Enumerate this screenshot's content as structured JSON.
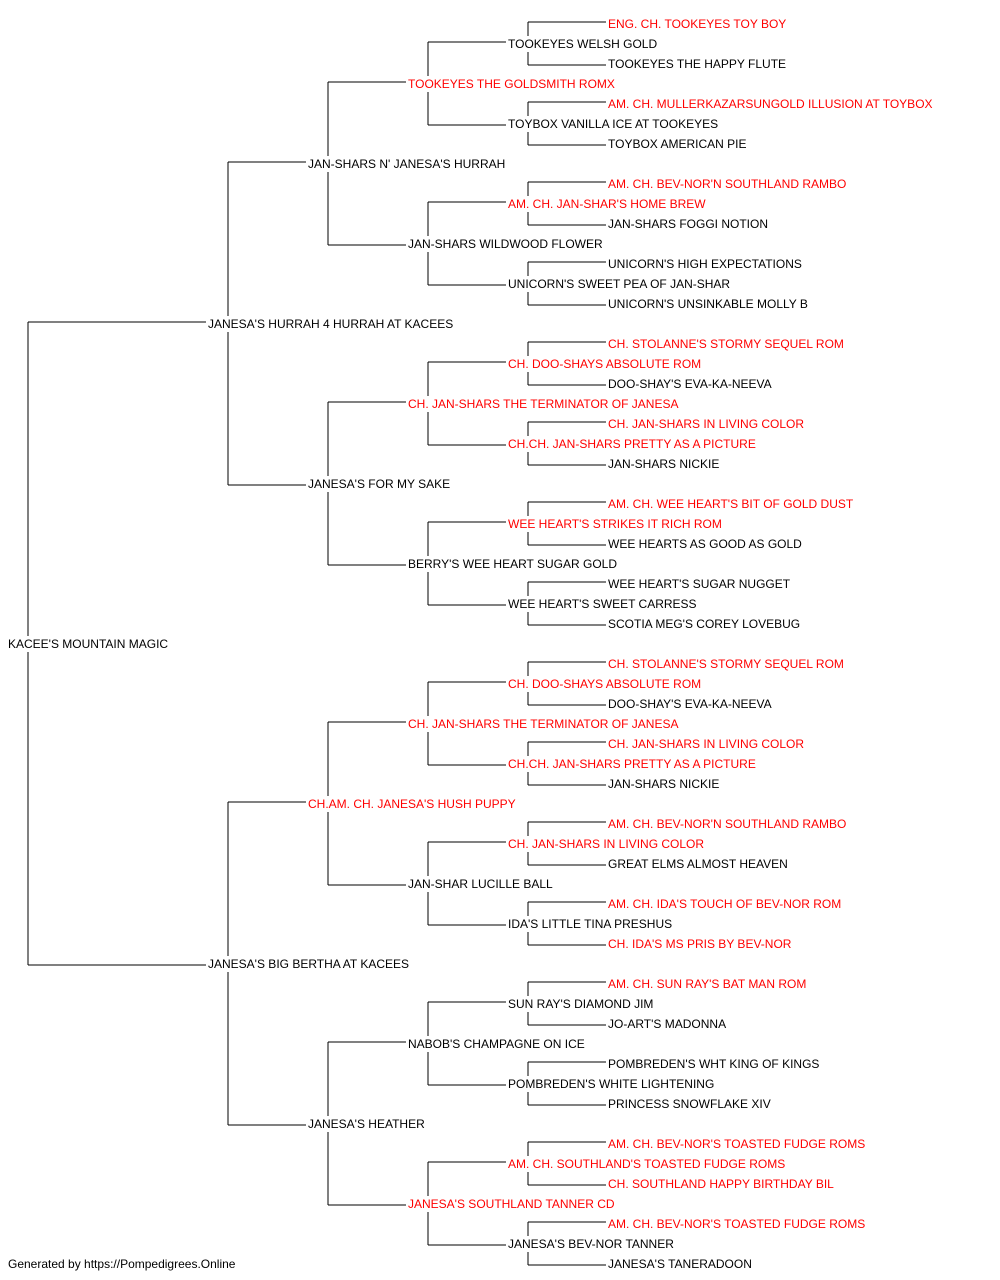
{
  "colors": {
    "champion": "#ff0000",
    "normal": "#000000",
    "line": "#000000"
  },
  "footer": "Generated by https://Pompedigrees.Online",
  "pedigree": {
    "name": "KACEE'S MOUNTAIN MAGIC",
    "ch": false,
    "sire": {
      "name": "JANESA'S HURRAH 4 HURRAH AT KACEES",
      "ch": false,
      "sire": {
        "name": "JAN-SHARS N' JANESA'S HURRAH",
        "ch": false,
        "sire": {
          "name": "TOOKEYES THE GOLDSMITH ROMX",
          "ch": true,
          "sire": {
            "name": "TOOKEYES WELSH GOLD",
            "ch": false,
            "sire": {
              "name": "ENG. CH. TOOKEYES TOY BOY",
              "ch": true
            },
            "dam": {
              "name": "TOOKEYES THE HAPPY FLUTE",
              "ch": false
            }
          },
          "dam": {
            "name": "TOYBOX VANILLA ICE AT TOOKEYES",
            "ch": false,
            "sire": {
              "name": "AM. CH. MULLERKAZARSUNGOLD ILLUSION AT TOYBOX",
              "ch": true
            },
            "dam": {
              "name": "TOYBOX AMERICAN PIE",
              "ch": false
            }
          }
        },
        "dam": {
          "name": "JAN-SHARS WILDWOOD FLOWER",
          "ch": false,
          "sire": {
            "name": "AM. CH. JAN-SHAR'S HOME BREW",
            "ch": true,
            "sire": {
              "name": "AM. CH. BEV-NOR'N SOUTHLAND RAMBO",
              "ch": true
            },
            "dam": {
              "name": "JAN-SHARS FOGGI NOTION",
              "ch": false
            }
          },
          "dam": {
            "name": "UNICORN'S SWEET PEA OF JAN-SHAR",
            "ch": false,
            "sire": {
              "name": "UNICORN'S HIGH EXPECTATIONS",
              "ch": false
            },
            "dam": {
              "name": "UNICORN'S UNSINKABLE MOLLY B",
              "ch": false
            }
          }
        }
      },
      "dam": {
        "name": "JANESA'S FOR MY SAKE",
        "ch": false,
        "sire": {
          "name": "CH. JAN-SHARS THE TERMINATOR OF JANESA",
          "ch": true,
          "sire": {
            "name": "CH. DOO-SHAYS ABSOLUTE ROM",
            "ch": true,
            "sire": {
              "name": "CH. STOLANNE'S STORMY SEQUEL ROM",
              "ch": true
            },
            "dam": {
              "name": "DOO-SHAY'S EVA-KA-NEEVA",
              "ch": false
            }
          },
          "dam": {
            "name": "CH.CH. JAN-SHARS PRETTY AS A PICTURE",
            "ch": true,
            "sire": {
              "name": "CH. JAN-SHARS IN LIVING COLOR",
              "ch": true
            },
            "dam": {
              "name": "JAN-SHARS NICKIE",
              "ch": false
            }
          }
        },
        "dam": {
          "name": "BERRY'S WEE HEART SUGAR GOLD",
          "ch": false,
          "sire": {
            "name": "WEE HEART'S STRIKES IT RICH ROM",
            "ch": true,
            "sire": {
              "name": "AM. CH. WEE HEART'S BIT OF GOLD DUST",
              "ch": true
            },
            "dam": {
              "name": "WEE HEARTS AS GOOD AS GOLD",
              "ch": false
            }
          },
          "dam": {
            "name": "WEE HEART'S SWEET CARRESS",
            "ch": false,
            "sire": {
              "name": "WEE HEART'S SUGAR NUGGET",
              "ch": false
            },
            "dam": {
              "name": "SCOTIA MEG'S COREY LOVEBUG",
              "ch": false
            }
          }
        }
      }
    },
    "dam": {
      "name": "JANESA'S BIG BERTHA AT KACEES",
      "ch": false,
      "sire": {
        "name": "CH.AM. CH. JANESA'S HUSH PUPPY",
        "ch": true,
        "sire": {
          "name": "CH. JAN-SHARS THE TERMINATOR OF JANESA",
          "ch": true,
          "sire": {
            "name": "CH. DOO-SHAYS ABSOLUTE ROM",
            "ch": true,
            "sire": {
              "name": "CH. STOLANNE'S STORMY SEQUEL ROM",
              "ch": true
            },
            "dam": {
              "name": "DOO-SHAY'S EVA-KA-NEEVA",
              "ch": false
            }
          },
          "dam": {
            "name": "CH.CH. JAN-SHARS PRETTY AS A PICTURE",
            "ch": true,
            "sire": {
              "name": "CH. JAN-SHARS IN LIVING COLOR",
              "ch": true
            },
            "dam": {
              "name": "JAN-SHARS NICKIE",
              "ch": false
            }
          }
        },
        "dam": {
          "name": "JAN-SHAR LUCILLE BALL",
          "ch": false,
          "sire": {
            "name": "CH. JAN-SHARS IN LIVING COLOR",
            "ch": true,
            "sire": {
              "name": "AM. CH. BEV-NOR'N SOUTHLAND RAMBO",
              "ch": true
            },
            "dam": {
              "name": "GREAT ELMS ALMOST HEAVEN",
              "ch": false
            }
          },
          "dam": {
            "name": "IDA'S LITTLE TINA PRESHUS",
            "ch": false,
            "sire": {
              "name": "AM. CH. IDA'S TOUCH OF BEV-NOR ROM",
              "ch": true
            },
            "dam": {
              "name": "CH. IDA'S MS PRIS BY BEV-NOR",
              "ch": true
            }
          }
        }
      },
      "dam": {
        "name": "JANESA'S HEATHER",
        "ch": false,
        "sire": {
          "name": "NABOB'S CHAMPAGNE ON ICE",
          "ch": false,
          "sire": {
            "name": "SUN RAY'S DIAMOND JIM",
            "ch": false,
            "sire": {
              "name": "AM. CH. SUN RAY'S BAT MAN ROM",
              "ch": true
            },
            "dam": {
              "name": "JO-ART'S MADONNA",
              "ch": false
            }
          },
          "dam": {
            "name": "POMBREDEN'S WHITE LIGHTENING",
            "ch": false,
            "sire": {
              "name": "POMBREDEN'S WHT KING OF KINGS",
              "ch": false
            },
            "dam": {
              "name": "PRINCESS SNOWFLAKE XIV",
              "ch": false
            }
          }
        },
        "dam": {
          "name": "JANESA'S SOUTHLAND TANNER CD",
          "ch": true,
          "sire": {
            "name": "AM. CH. SOUTHLAND'S TOASTED FUDGE ROMS",
            "ch": true,
            "sire": {
              "name": "AM. CH. BEV-NOR'S TOASTED FUDGE ROMS",
              "ch": true
            },
            "dam": {
              "name": "CH. SOUTHLAND HAPPY BIRTHDAY BIL",
              "ch": true
            }
          },
          "dam": {
            "name": "JANESA'S BEV-NOR TANNER",
            "ch": false,
            "sire": {
              "name": "AM. CH. BEV-NOR'S TOASTED FUDGE ROMS",
              "ch": true
            },
            "dam": {
              "name": "JANESA'S TANERADOON",
              "ch": false
            }
          }
        }
      }
    }
  }
}
